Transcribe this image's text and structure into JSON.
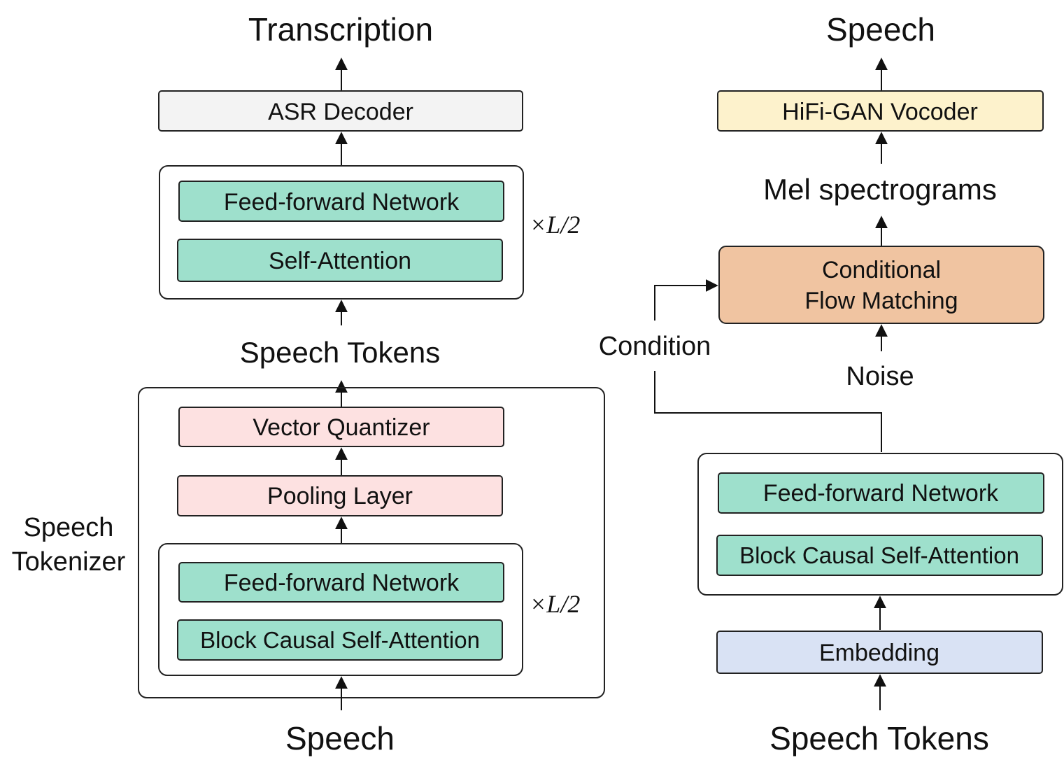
{
  "left_flow": {
    "output_label": "Transcription",
    "asr_decoder": "ASR Decoder",
    "decoder_stack": {
      "ffn": "Feed-forward Network",
      "attention": "Self-Attention",
      "repeat": "×L/2"
    },
    "tokens_label": "Speech Tokens",
    "tokenizer": {
      "label_line1": "Speech",
      "label_line2": "Tokenizer",
      "vector_quantizer": "Vector Quantizer",
      "pooling_layer": "Pooling Layer",
      "encoder_stack": {
        "ffn": "Feed-forward Network",
        "attention": "Block Causal Self-Attention",
        "repeat": "×L/2"
      }
    },
    "input_label": "Speech"
  },
  "right_flow": {
    "output_label": "Speech",
    "vocoder": "HiFi-GAN Vocoder",
    "mel_label": "Mel spectrograms",
    "cfm_line1": "Conditional",
    "cfm_line2": "Flow Matching",
    "condition_label": "Condition",
    "noise_label": "Noise",
    "stack": {
      "ffn": "Feed-forward Network",
      "attention": "Block Causal Self-Attention"
    },
    "embedding": "Embedding",
    "input_label": "Speech Tokens"
  },
  "colors": {
    "green": "#9ee0cc",
    "pink": "#fde1e1",
    "gray": "#f3f3f3",
    "yellow": "#fdf2cc",
    "orange": "#f0c4a1",
    "blue": "#d9e2f4"
  }
}
